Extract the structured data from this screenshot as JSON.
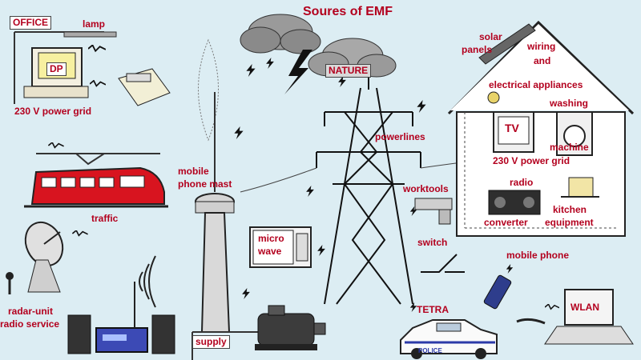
{
  "diagram": {
    "title": "Soures of EMF",
    "labels": {
      "office": "OFFICE",
      "lamp": "lamp",
      "dp": "DP",
      "power_grid_office": "230 V power grid",
      "traffic": "traffic",
      "mobile_mast_1": "mobile",
      "mobile_mast_2": "phone mast",
      "microwave_1": "micro",
      "microwave_2": "wave",
      "radar_1": "radar-unit",
      "radar_2": "radio service",
      "supply": "supply",
      "nature": "NATURE",
      "powerlines": "powerlines",
      "worktools": "worktools",
      "switch": "switch",
      "tetra": "TETRA",
      "police": "POLICE",
      "mobile_phone": "mobile phone",
      "wlan": "WLAN",
      "solar_1": "solar",
      "solar_2": "panels",
      "wiring_1": "wiring",
      "wiring_2": "and",
      "electrical_appliances": "electrical appliances",
      "washing_1": "washing",
      "washing_2": "machine",
      "tv": "TV",
      "power_grid_house": "230 V power grid",
      "radio": "radio",
      "converter": "converter",
      "kitchen_1": "kitchen",
      "kitchen_2": "equipment"
    }
  }
}
